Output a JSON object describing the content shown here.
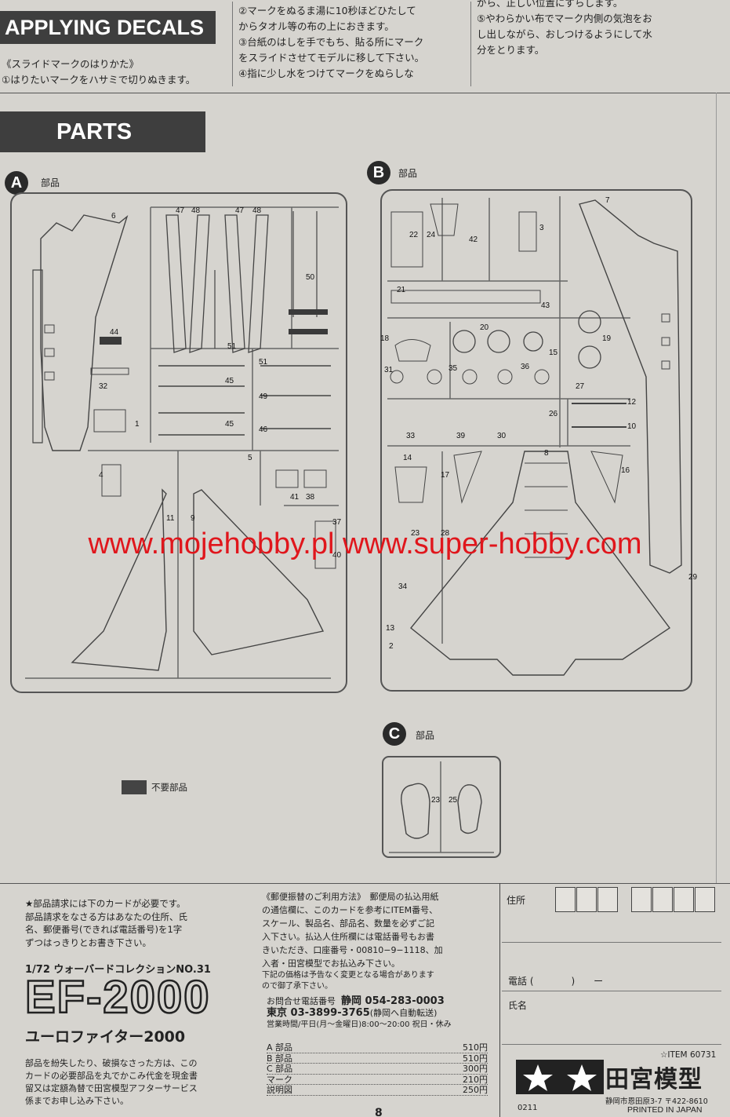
{
  "header": {
    "banner_applying": "APPLYING DECALS",
    "col1": [
      "《スライドマークのはりかた》",
      "①はりたいマークをハサミで切りぬきます。"
    ],
    "col2": [
      "②マークをぬるま湯に10秒ほどひたして",
      "からタオル等の布の上におきます。",
      "③台紙のはしを手でもち、貼る所にマーク",
      "をスライドさせてモデルに移して下さい。",
      "④指に少し水をつけてマークをぬらしな"
    ],
    "col3": [
      "がら、正しい位置にずらします。",
      "⑤やわらかい布でマーク内側の気泡をお",
      "し出しながら、おしつけるようにして水",
      "分をとります。"
    ]
  },
  "parts": {
    "banner": "PARTS",
    "sprue_a": {
      "letter": "A",
      "label": "部品",
      "numbers": [
        "6",
        "47",
        "48",
        "47",
        "48",
        "50",
        "44",
        "51",
        "32",
        "45",
        "45",
        "1",
        "51",
        "49",
        "46",
        "5",
        "4",
        "41",
        "38",
        "11",
        "9",
        "37",
        "40"
      ]
    },
    "sprue_b": {
      "letter": "B",
      "label": "部品",
      "numbers": [
        "7",
        "22",
        "24",
        "42",
        "3",
        "21",
        "43",
        "18",
        "20",
        "15",
        "19",
        "31",
        "35",
        "36",
        "27",
        "26",
        "12",
        "10",
        "33",
        "39",
        "30",
        "14",
        "8",
        "17",
        "16",
        "23",
        "28",
        "34",
        "29",
        "13",
        "2"
      ]
    },
    "sprue_c": {
      "letter": "C",
      "label": "部品",
      "numbers": [
        "23",
        "25"
      ]
    },
    "legend_unused": "不要部品"
  },
  "watermark": "www.mojehobby.pl www.super-hobby.com",
  "order": {
    "left_notes": [
      "★部品請求には下のカードが必要です。",
      "部品請求をなさる方はあなたの住所、氏",
      "名、郵便番号(できれば電話番号)を1字",
      "ずつはっきりとお書き下さい。"
    ],
    "series": "1/72 ウォーバードコレクションNO.31",
    "model_code": "EF-2000",
    "model_name": "ユーロファイター2000",
    "bottom_notes": [
      "部品を紛失したり、破損なさった方は、この",
      "カードの必要部品を丸でかこみ代金を現金書",
      "留又は定額為替で田宮模型アフターサービス",
      "係までお申し込み下さい。"
    ],
    "middle_notes": [
      "《郵便振替のご利用方法》　郵便局の払込用紙",
      "の通信欄に、このカードを参考にITEM番号、",
      "スケール、製品名、部品名、数量を必ずご記",
      "入下さい。払込人住所欄には電話番号もお書",
      "きいただき、口座番号・00810−9−1118、加",
      "入者・田宮模型でお払込み下さい。"
    ],
    "price_note": [
      "下記の価格は予告なく変更となる場合があります",
      "ので御了承下さい。"
    ],
    "contact_title": "お問合せ電話番号",
    "contact_shizuoka": "静岡 054-283-0003",
    "contact_tokyo": "東京 03-3899-3765",
    "contact_tokyo_note": "(静岡へ自動転送)",
    "hours": "営業時間/平日(月〜金曜日)8:00〜20:00 祝日・休み",
    "prices": [
      {
        "item": "A 部品",
        "price": "510円"
      },
      {
        "item": "B 部品",
        "price": "510円"
      },
      {
        "item": "C 部品",
        "price": "300円"
      },
      {
        "item": "マーク",
        "price": "210円"
      },
      {
        "item": "説明図",
        "price": "250円"
      }
    ],
    "address_label": "住所",
    "phone_label": "電話 (　　　　)　　ー",
    "name_label": "氏名",
    "item_no": "☆ITEM 60731",
    "brand_name": "田宮模型",
    "brand_address": "静岡市恩田原3-7 〒422-8610",
    "printed": "PRINTED IN JAPAN",
    "code": "0211",
    "page": "8"
  },
  "colors": {
    "watermark": "#e0161c",
    "banner": "#3e3e3e",
    "paper": "#d6d4cf"
  }
}
